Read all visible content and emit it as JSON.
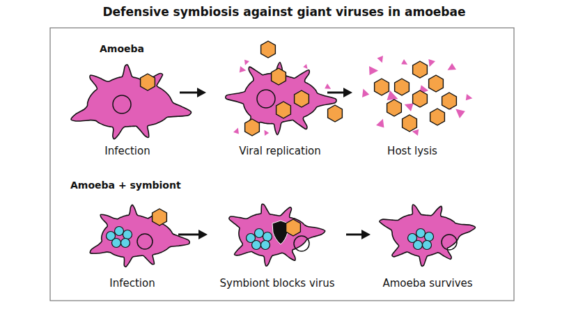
{
  "diagram": {
    "title": "Defensive symbiosis against giant viruses in amoebae",
    "labels": [
      "Amoeba",
      "Infection",
      "Viral replication",
      "Host lysis",
      "Amoeba + symbiont",
      "Infection",
      "Symbiont blocks virus",
      "Amoeba survives"
    ]
  }
}
